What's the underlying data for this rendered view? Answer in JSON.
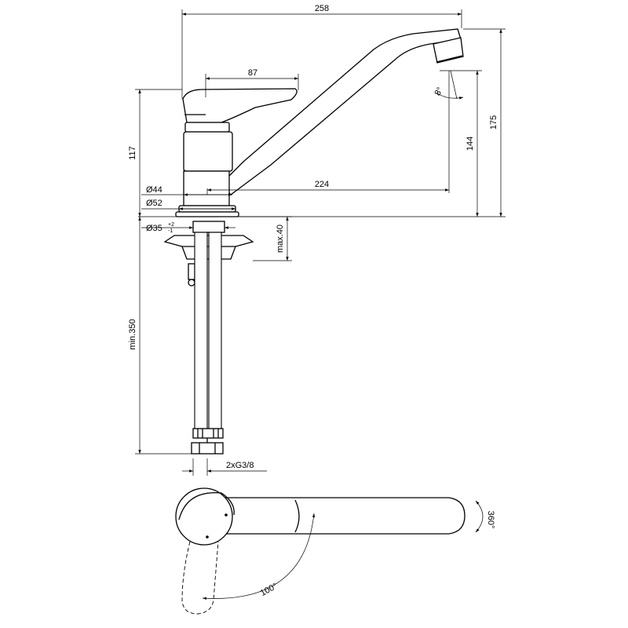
{
  "dimensions": {
    "overall_length": "258",
    "lever_length": "87",
    "total_height": "117",
    "spout_height": "175",
    "outlet_height": "144",
    "spout_reach": "224",
    "body_diameter": "Ø44",
    "base_diameter": "Ø52",
    "hole_diameter": "Ø35",
    "hole_tol_plus": "+2",
    "hole_tol_minus": "-1",
    "deck_thickness": "max.40",
    "hose_length": "min.350",
    "connection": "2xG3/8",
    "tilt_angle": "8°",
    "lever_angle": "100°",
    "spout_rotation": "360°"
  },
  "icons": {
    "rotation": "rotation-arrow-icon"
  }
}
